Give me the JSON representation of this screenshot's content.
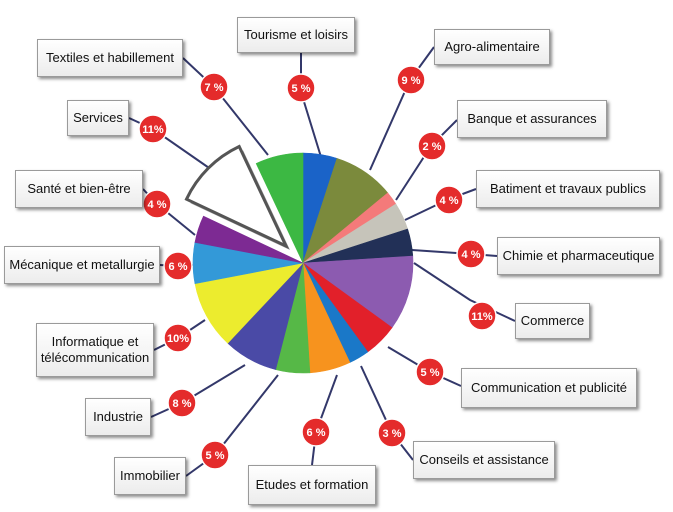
{
  "chart_data": {
    "type": "pie",
    "value_unit": "%",
    "colors": {
      "leader_line": "#33386a",
      "badge_fill": "#e42b2b",
      "badge_text": "#ffffff"
    },
    "slices": [
      {
        "label": "Tourisme et loisirs",
        "value": 5,
        "display": "5 %",
        "color": "#1a63c8",
        "exploded": false
      },
      {
        "label": "Agro-alimentaire",
        "value": 9,
        "display": "9 %",
        "color": "#7b8a3c",
        "exploded": false
      },
      {
        "label": "Banque et assurances",
        "value": 2,
        "display": "2 %",
        "color": "#f47a7a",
        "exploded": false
      },
      {
        "label": "Batiment et travaux publics",
        "value": 4,
        "display": "4 %",
        "color": "#c6c4ba",
        "exploded": false
      },
      {
        "label": "Chimie et pharmaceutique",
        "value": 4,
        "display": "4 %",
        "color": "#223057",
        "exploded": false
      },
      {
        "label": "Commerce",
        "value": 11,
        "display": "11%",
        "color": "#8c5bb0",
        "exploded": false
      },
      {
        "label": "Communication et publicité",
        "value": 5,
        "display": "5 %",
        "color": "#e2202a",
        "exploded": false
      },
      {
        "label": "Conseils et assistance",
        "value": 3,
        "display": "3 %",
        "color": "#1a78c8",
        "exploded": false
      },
      {
        "label": "Etudes et formation",
        "value": 6,
        "display": "6 %",
        "color": "#f7931e",
        "exploded": false
      },
      {
        "label": "Immobilier",
        "value": 5,
        "display": "5 %",
        "color": "#56b847",
        "exploded": false
      },
      {
        "label": "Industrie",
        "value": 8,
        "display": "8 %",
        "color": "#4a4aa6",
        "exploded": false
      },
      {
        "label": "Informatique et\ntélécommunication",
        "value": 10,
        "display": "10%",
        "color": "#ecec2e",
        "exploded": false
      },
      {
        "label": "Mécanique et metallurgie",
        "value": 6,
        "display": "6 %",
        "color": "#3399d8",
        "exploded": false
      },
      {
        "label": "Santé et bien-être",
        "value": 4,
        "display": "4 %",
        "color": "#7d2a93",
        "exploded": false
      },
      {
        "label": "Services",
        "value": 11,
        "display": "11%",
        "color": "#ffffff",
        "exploded": true
      },
      {
        "label": "Textiles et habillement",
        "value": 7,
        "display": "7 %",
        "color": "#3cb843",
        "exploded": false
      }
    ]
  }
}
